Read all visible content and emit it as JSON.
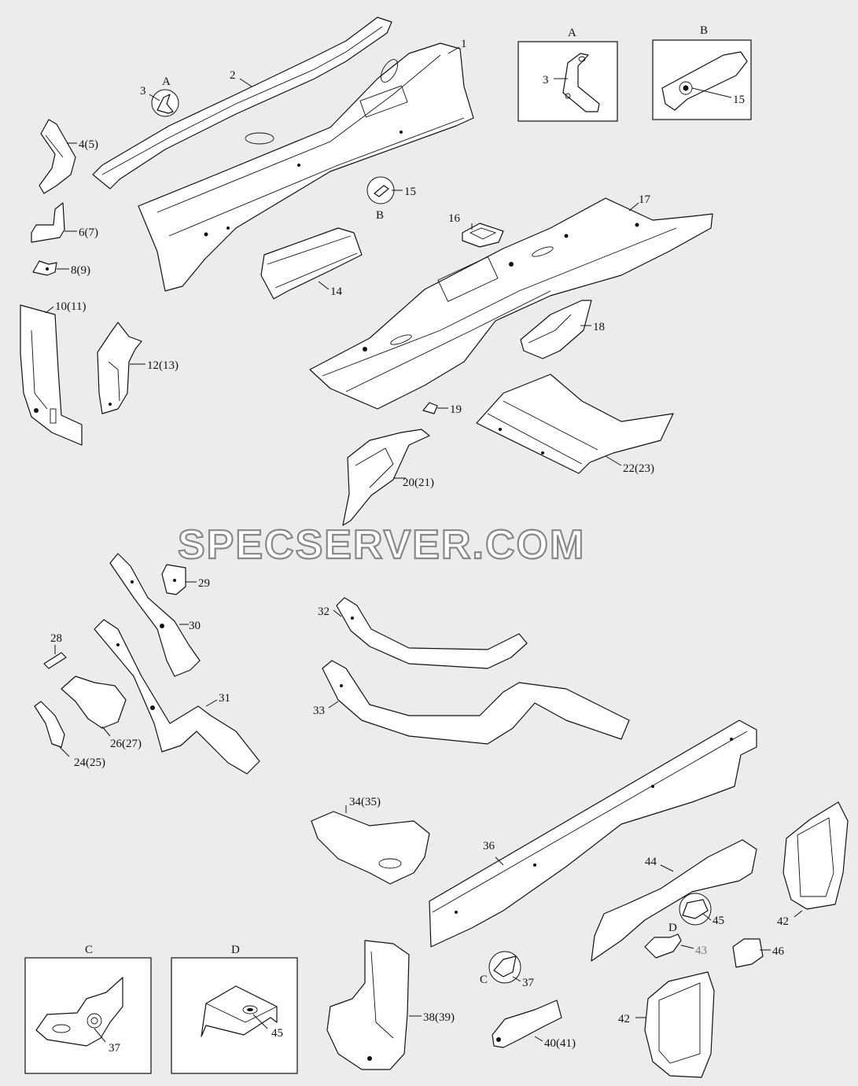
{
  "watermark": "SPECSERVER.COM",
  "detail_views": [
    {
      "letter": "A",
      "callout": "3"
    },
    {
      "letter": "B",
      "callout": "15"
    },
    {
      "letter": "C",
      "callout": "37"
    },
    {
      "letter": "D",
      "callout": "45"
    }
  ],
  "inline_refs": {
    "a_near_3": "A",
    "b_near_15": "B",
    "c_near_37": "C",
    "d_near_43": "D"
  },
  "labels": {
    "p1": "1",
    "p2": "2",
    "p3": "3",
    "p4": "4(5)",
    "p6": "6(7)",
    "p8": "8(9)",
    "p10": "10(11)",
    "p12": "12(13)",
    "p14": "14",
    "p15": "15",
    "p16": "16",
    "p17": "17",
    "p18": "18",
    "p19": "19",
    "p20": "20(21)",
    "p22": "22(23)",
    "p24": "24(25)",
    "p26": "26(27)",
    "p28": "28",
    "p29": "29",
    "p30": "30",
    "p31": "31",
    "p32": "32",
    "p33": "33",
    "p34": "34(35)",
    "p36": "36",
    "p37": "37",
    "p38": "38(39)",
    "p40": "40(41)",
    "p42a": "42",
    "p42b": "42",
    "p43": "43",
    "p44": "44",
    "p45": "45",
    "p46": "46"
  }
}
